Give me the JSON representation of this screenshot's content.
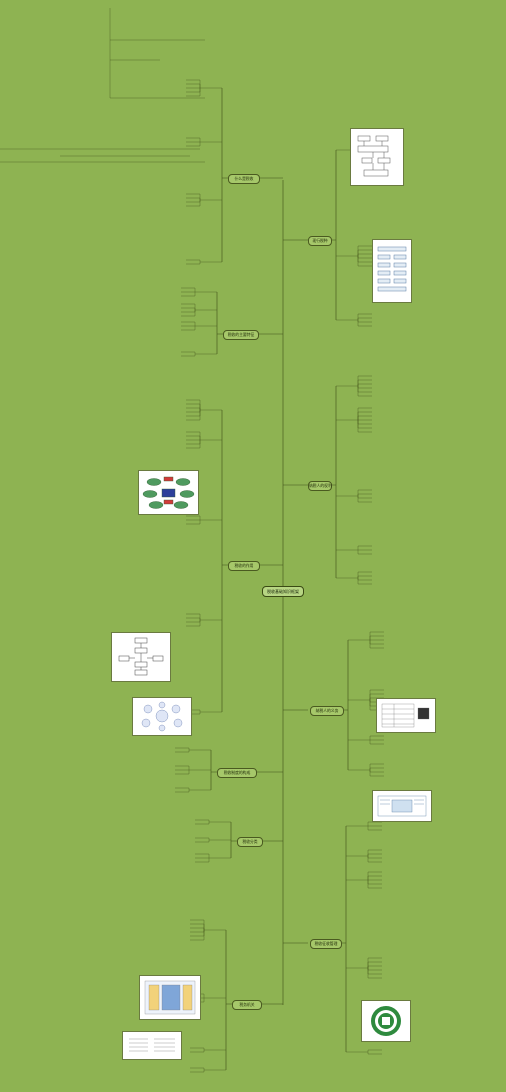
{
  "root_label": "税收基础知识框架",
  "branches": [
    {
      "id": "b1",
      "label": "什么是税收",
      "side": "left"
    },
    {
      "id": "b2",
      "label": "税收的主要特征",
      "side": "left"
    },
    {
      "id": "b3",
      "label": "税收的作用",
      "side": "left"
    },
    {
      "id": "b4",
      "label": "税收制度的构成",
      "side": "left"
    },
    {
      "id": "b5",
      "label": "税收分类",
      "side": "left"
    },
    {
      "id": "b6",
      "label": "税务机关",
      "side": "left"
    },
    {
      "id": "b7",
      "label": "现行税种",
      "side": "right"
    },
    {
      "id": "b8",
      "label": "纳税人的权利",
      "side": "right"
    },
    {
      "id": "b9",
      "label": "纳税人的义务",
      "side": "right"
    },
    {
      "id": "b10",
      "label": "税收征收管理",
      "side": "right"
    }
  ],
  "images": [
    {
      "name": "flowchart-image",
      "kind": "flowchart"
    },
    {
      "name": "process-image",
      "kind": "table"
    },
    {
      "name": "cycle-image",
      "kind": "cycle"
    },
    {
      "name": "hierarchy-image",
      "kind": "hierarchy"
    },
    {
      "name": "bubble-image",
      "kind": "bubble"
    },
    {
      "name": "form-image",
      "kind": "form"
    },
    {
      "name": "certificate-image",
      "kind": "form"
    },
    {
      "name": "layout-image",
      "kind": "layout"
    },
    {
      "name": "document-image",
      "kind": "document"
    },
    {
      "name": "emblem-image",
      "kind": "emblem"
    }
  ],
  "colors": {
    "background": "#8eb352",
    "line": "#3f4f18",
    "node": "#a6c86a"
  }
}
